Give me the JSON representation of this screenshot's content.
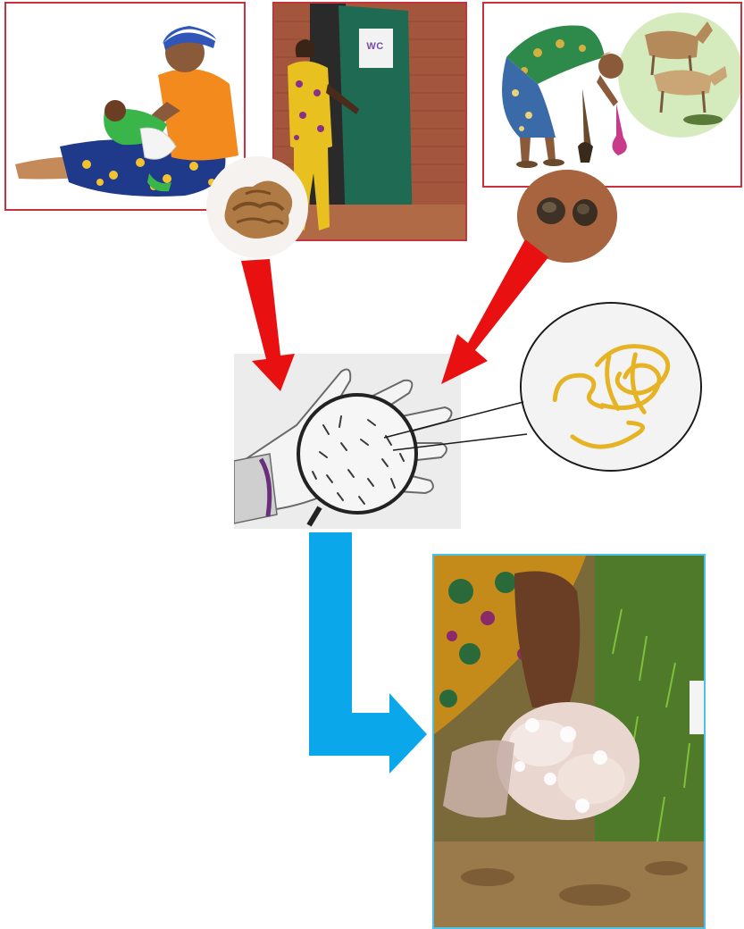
{
  "colors": {
    "red_border": "#c8323c",
    "blue_border": "#4cc3e6",
    "red_arrow": "#e81010",
    "blue_arrow": "#0aa7ea"
  },
  "panels": [
    {
      "id": "mother-changing-diaper",
      "icon": "mother-cleaning-child-illustration"
    },
    {
      "id": "woman-entering-latrine",
      "icon": "latrine-door-photo",
      "sign_text": "WC"
    },
    {
      "id": "woman-herding-goats",
      "icon": "goats-illustration"
    },
    {
      "id": "hand-with-worm-eggs",
      "icon": "magnified-hand-illustration"
    },
    {
      "id": "handwashing-with-soap",
      "icon": "handwashing-photo"
    }
  ],
  "insets": [
    {
      "id": "human-feces",
      "icon": "feces-icon"
    },
    {
      "id": "animal-droppings",
      "icon": "animal-droppings-icon"
    },
    {
      "id": "roundworms",
      "icon": "roundworm-icon"
    }
  ],
  "arrows": [
    {
      "from": "human-feces",
      "to": "hand-with-worm-eggs",
      "color": "red"
    },
    {
      "from": "animal-droppings",
      "to": "hand-with-worm-eggs",
      "color": "red"
    },
    {
      "from": "hand-with-worm-eggs",
      "to": "handwashing-with-soap",
      "color": "blue"
    }
  ]
}
